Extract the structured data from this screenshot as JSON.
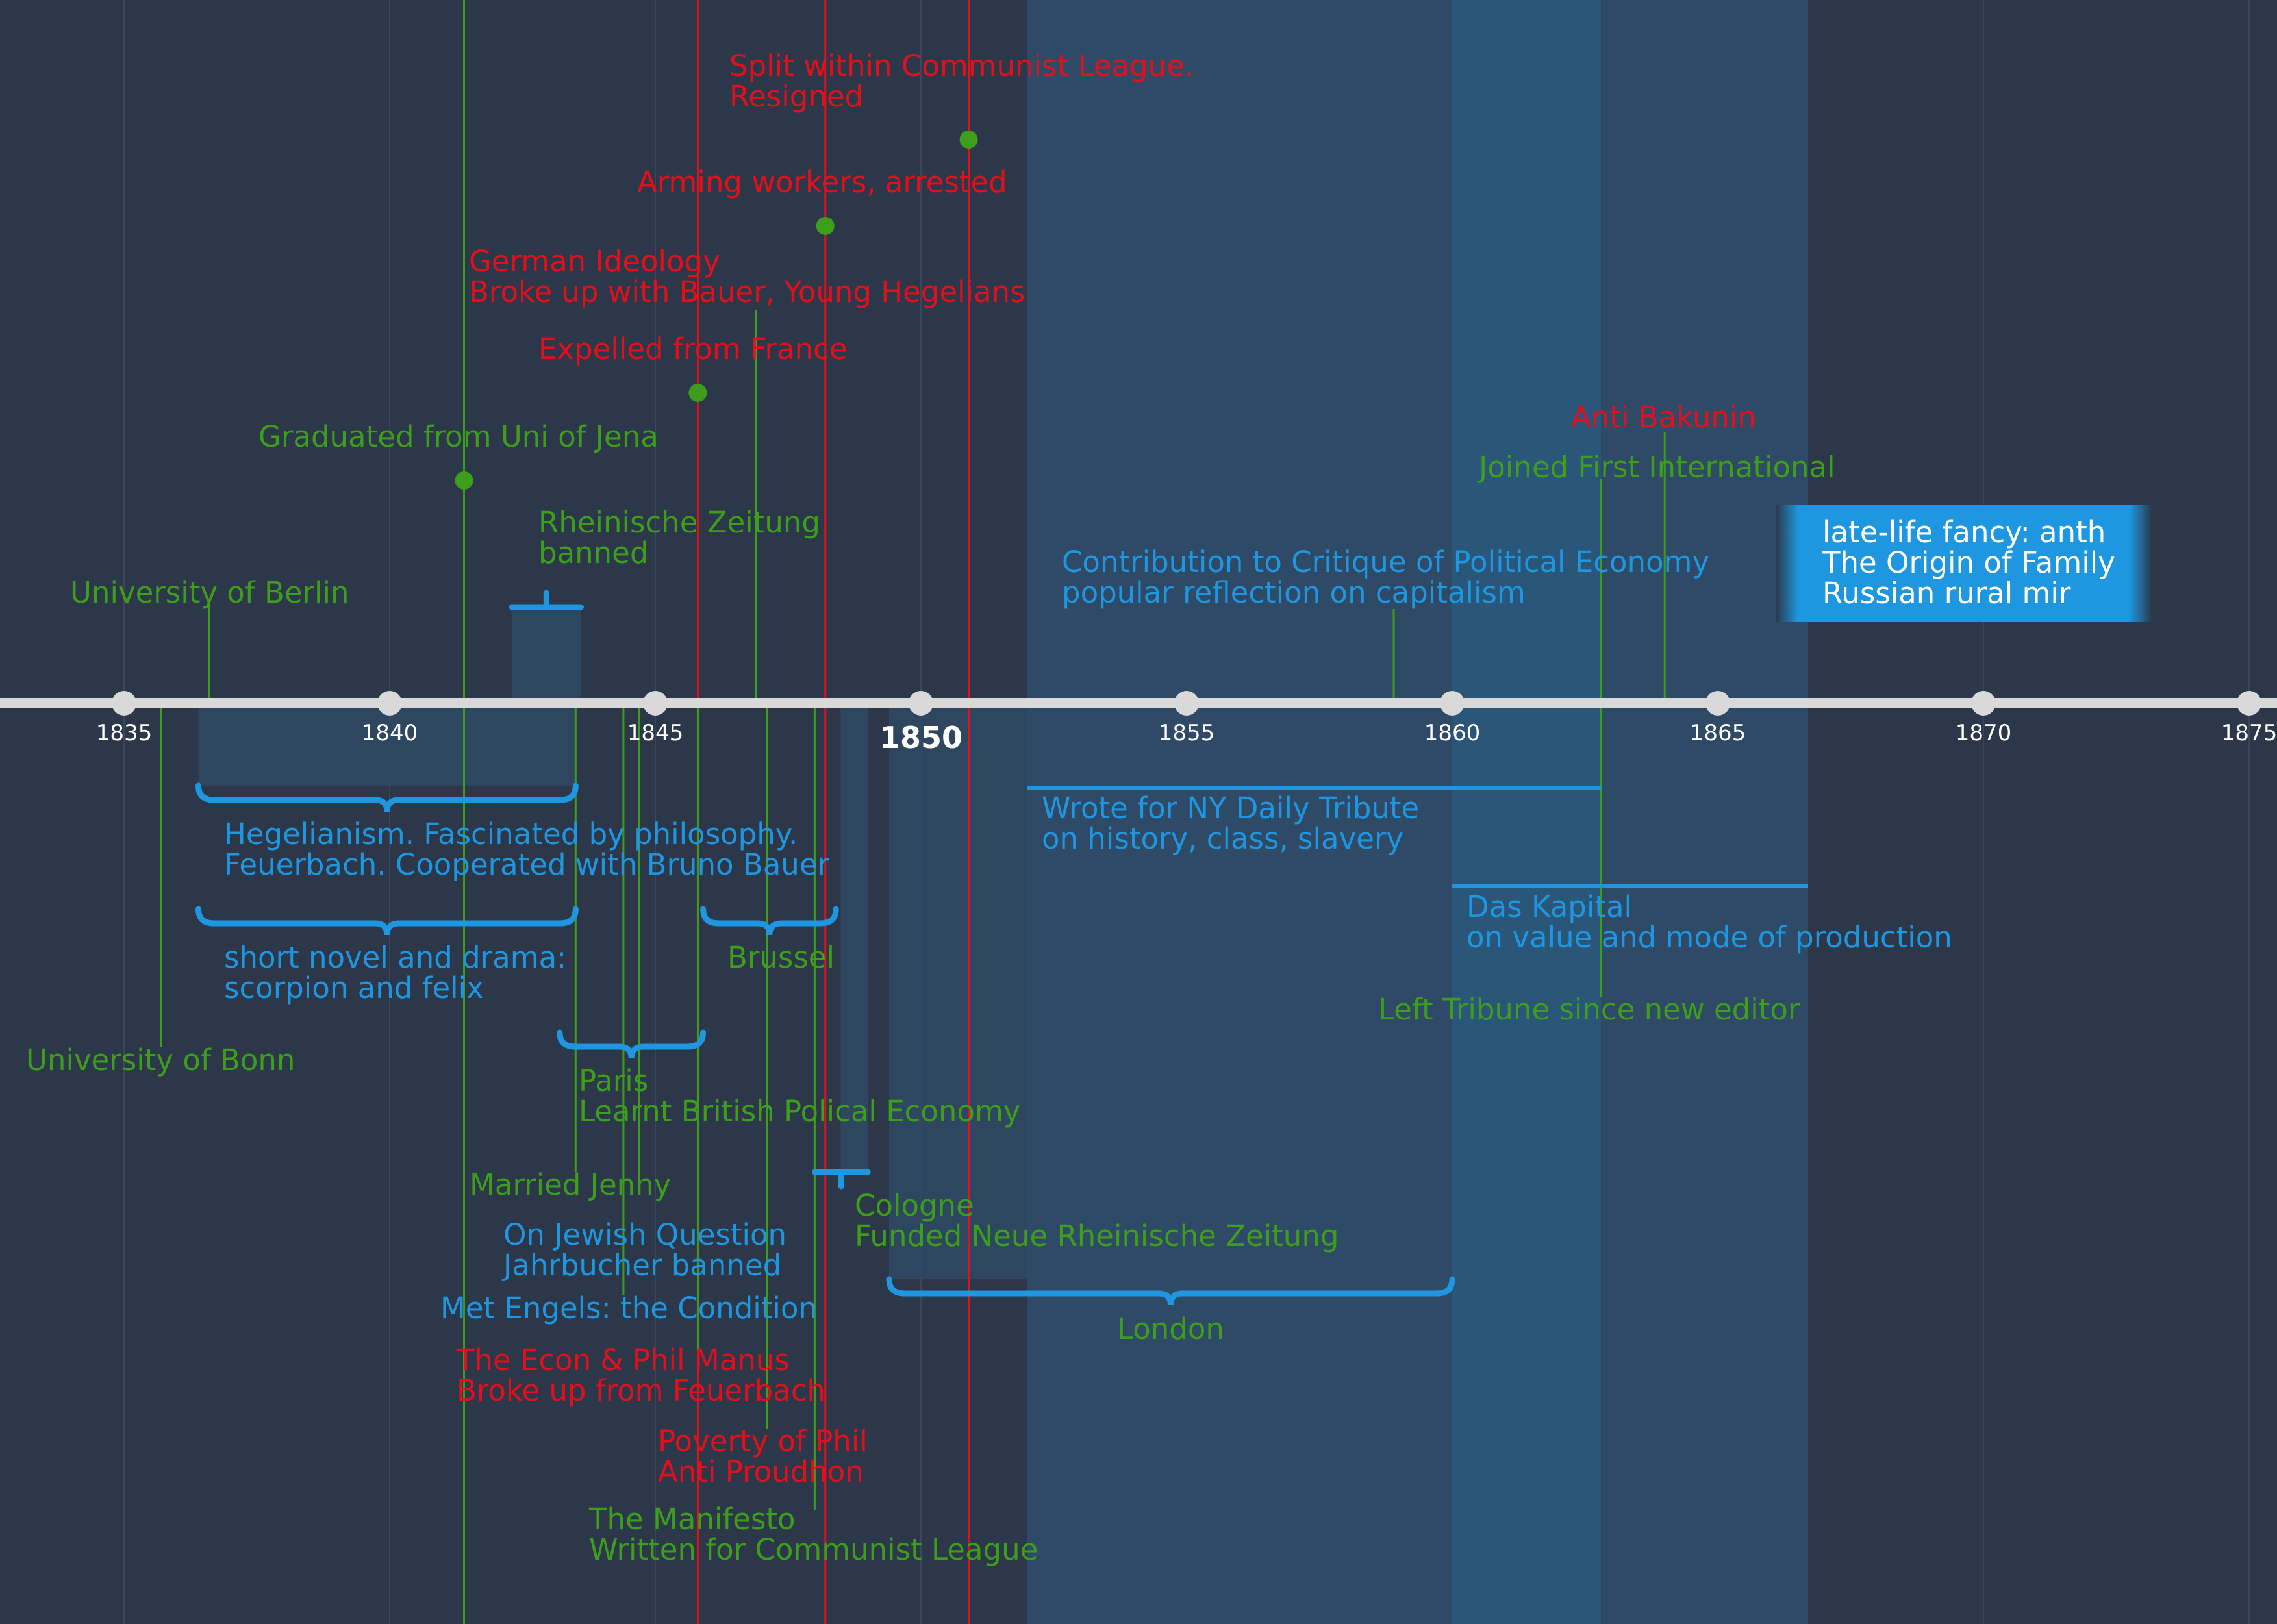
{
  "colors": {
    "background": "#2c3749",
    "axis": "#d9d9d9",
    "green": "#3d9e1c",
    "red": "#e3101c",
    "blue": "#1f96e0",
    "band": "#2f4a66",
    "band_strong": "#2a567a",
    "white": "#ffffff"
  },
  "axis": {
    "ticks": [
      {
        "year": 1835,
        "label": "1835",
        "major": false
      },
      {
        "year": 1840,
        "label": "1840",
        "major": false
      },
      {
        "year": 1845,
        "label": "1845",
        "major": false
      },
      {
        "year": 1850,
        "label": "1850",
        "major": true
      },
      {
        "year": 1855,
        "label": "1855",
        "major": false
      },
      {
        "year": 1860,
        "label": "1860",
        "major": false
      },
      {
        "year": 1865,
        "label": "1865",
        "major": false
      },
      {
        "year": 1870,
        "label": "1870",
        "major": false
      },
      {
        "year": 1875,
        "label": "1875",
        "major": false
      }
    ]
  },
  "bands": [
    {
      "start": 1852.0,
      "end": 1862.8,
      "strength": "normal"
    },
    {
      "start": 1860.0,
      "end": 1862.8,
      "strength": "strong"
    },
    {
      "start": 1862.8,
      "end": 1866.7,
      "strength": "normal"
    }
  ],
  "points": [
    {
      "year": 1841.4,
      "lines": [
        "Graduated from Uni of Jena"
      ],
      "color": "green"
    },
    {
      "year": 1845.8,
      "lines": [
        "Expelled from France"
      ],
      "color": "red"
    },
    {
      "year": 1848.2,
      "lines": [
        "Arming workers, arrested"
      ],
      "color": "red"
    },
    {
      "year": 1850.9,
      "lines": [
        "Split within Communist League.",
        "Resigned"
      ],
      "color": "red"
    }
  ],
  "markers": [
    {
      "year": 1836.6,
      "lines": [
        "University of Berlin"
      ],
      "color": "green"
    },
    {
      "year": 1846.9,
      "lines": [
        "German Ideology",
        "Broke up with Bauer, Young Hegelians"
      ],
      "color": "red"
    },
    {
      "year": 1858.9,
      "lines": [
        "Contribution to Critique of Political Economy",
        "popular reflection on capitalism"
      ],
      "color": "blue"
    },
    {
      "year": 1862.8,
      "lines": [
        "Joined First International"
      ],
      "color": "green"
    },
    {
      "year": 1864.0,
      "lines": [
        "Anti Bakunin"
      ],
      "color": "red"
    },
    {
      "year": 1835.7,
      "lines": [
        "University of Bonn"
      ],
      "color": "green"
    },
    {
      "year": 1843.5,
      "lines": [
        "Married Jenny"
      ],
      "color": "green"
    },
    {
      "year": 1844.7,
      "lines": [
        "On Jewish Question",
        "Jahrbucher banned"
      ],
      "color": "blue"
    },
    {
      "year": 1844.4,
      "lines": [
        "Met Engels: the Condition"
      ],
      "color": "blue"
    },
    {
      "year": 1845.8,
      "lines": [
        "The Econ & Phil Manus",
        "Broke up from Feuerbach"
      ],
      "color": "red"
    },
    {
      "year": 1847.1,
      "lines": [
        "Poverty of Phil",
        "Anti Proudhon"
      ],
      "color": "red"
    },
    {
      "year": 1848.0,
      "lines": [
        "The Manifesto",
        "Written for Communist League"
      ],
      "color": "green"
    },
    {
      "year": 1862.8,
      "lines": [
        "Left Tribune since new editor"
      ],
      "color": "green"
    }
  ],
  "periods": [
    {
      "start": 1842.3,
      "end": 1843.6,
      "style": "tee",
      "side": "above",
      "lines": [
        "Rheinische Zeitung",
        "banned"
      ],
      "color": "green"
    },
    {
      "start": 1836.4,
      "end": 1843.5,
      "style": "brace",
      "side": "below",
      "lines": [
        "Hegelianism. Fascinated by philosophy.",
        "Feuerbach. Cooperated with Bruno Bauer"
      ],
      "color": "blue"
    },
    {
      "start": 1836.4,
      "end": 1843.5,
      "style": "brace",
      "side": "below",
      "lines": [
        "short novel and drama:",
        "scorpion and felix"
      ],
      "color": "blue"
    },
    {
      "start": 1845.9,
      "end": 1848.4,
      "style": "brace",
      "side": "below",
      "lines": [
        "Brussel"
      ],
      "color": "green"
    },
    {
      "start": 1843.2,
      "end": 1845.9,
      "style": "brace",
      "side": "below",
      "lines": [
        "Paris",
        "Learnt British Polical Economy"
      ],
      "color": "green"
    },
    {
      "start": 1848.0,
      "end": 1849.0,
      "style": "tee",
      "side": "below",
      "lines": [
        "Cologne",
        "Funded Neue Rheinische Zeitung"
      ],
      "color": "green"
    },
    {
      "start": 1849.4,
      "end": 1860.0,
      "style": "brace",
      "side": "below",
      "lines": [
        "London"
      ],
      "color": "green"
    },
    {
      "start": 1852.0,
      "end": 1862.8,
      "style": "line",
      "side": "below",
      "lines": [
        "Wrote for NY Daily Tribute",
        "on history, class, slavery"
      ],
      "color": "blue"
    },
    {
      "start": 1860.0,
      "end": 1866.7,
      "style": "line",
      "side": "below",
      "lines": [
        "Das Kapital",
        "on value and mode of production"
      ],
      "color": "blue"
    }
  ],
  "highlight_box": {
    "year": 1866.7,
    "lines": [
      "late-life fancy: anth",
      "The Origin of Family",
      "Russian rural mir"
    ],
    "color": "blue"
  }
}
